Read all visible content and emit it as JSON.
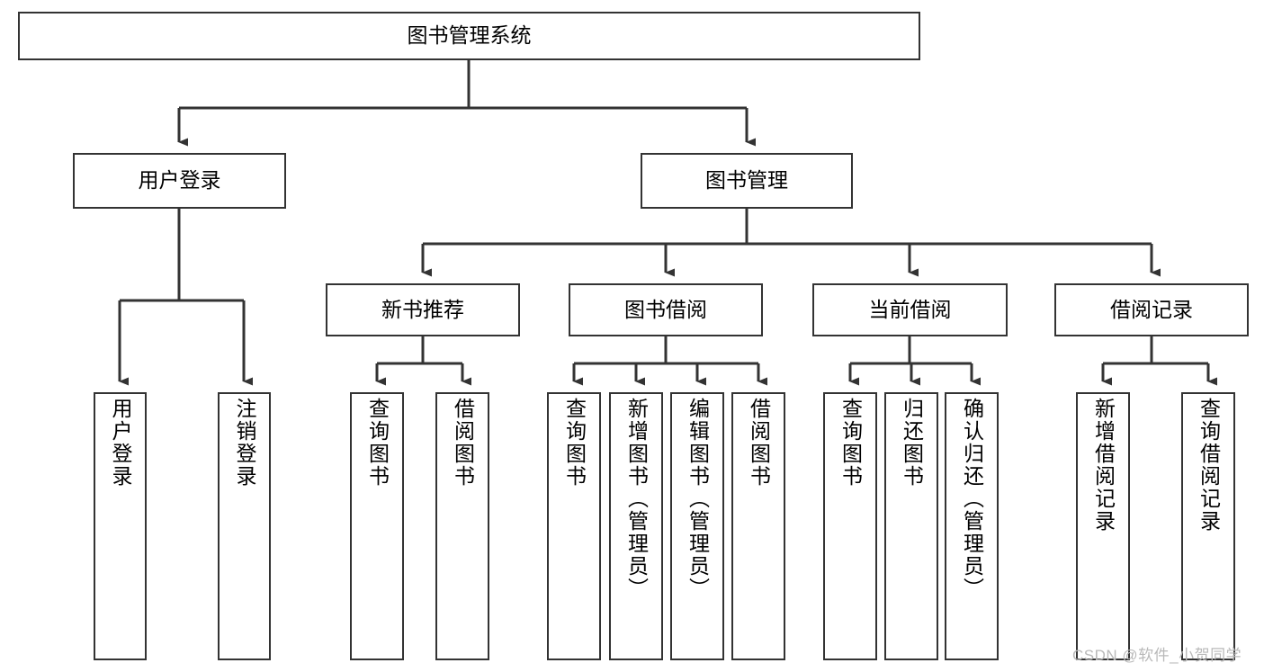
{
  "diagram": {
    "title": "图书管理系统",
    "type": "tree",
    "watermark": "CSDN @软件_小贺同学",
    "colors": {
      "box_border": "#333333",
      "box_fill": "#ffffff",
      "connector": "#333333",
      "background": "#ffffff",
      "watermark": "#b9b9b9"
    },
    "nodes": {
      "root": {
        "label": "图书管理系统"
      },
      "level2": [
        {
          "label": "用户登录"
        },
        {
          "label": "图书管理"
        }
      ],
      "level3": [
        {
          "label": "新书推荐"
        },
        {
          "label": "图书借阅"
        },
        {
          "label": "当前借阅"
        },
        {
          "label": "借阅记录"
        }
      ],
      "leaves": {
        "user_login": [
          {
            "label": "用户登录"
          },
          {
            "label": "注销登录"
          }
        ],
        "new_book_recommend": [
          {
            "label": "查询图书"
          },
          {
            "label": "借阅图书"
          }
        ],
        "book_borrow": [
          {
            "label": "查询图书"
          },
          {
            "label": "新增图书（管理员）"
          },
          {
            "label": "编辑图书（管理员）"
          },
          {
            "label": "借阅图书"
          }
        ],
        "current_borrow": [
          {
            "label": "查询图书"
          },
          {
            "label": "归还图书"
          },
          {
            "label": "确认归还（管理员）"
          }
        ],
        "borrow_record": [
          {
            "label": "新增借阅记录"
          },
          {
            "label": "查询借阅记录"
          }
        ]
      }
    }
  }
}
